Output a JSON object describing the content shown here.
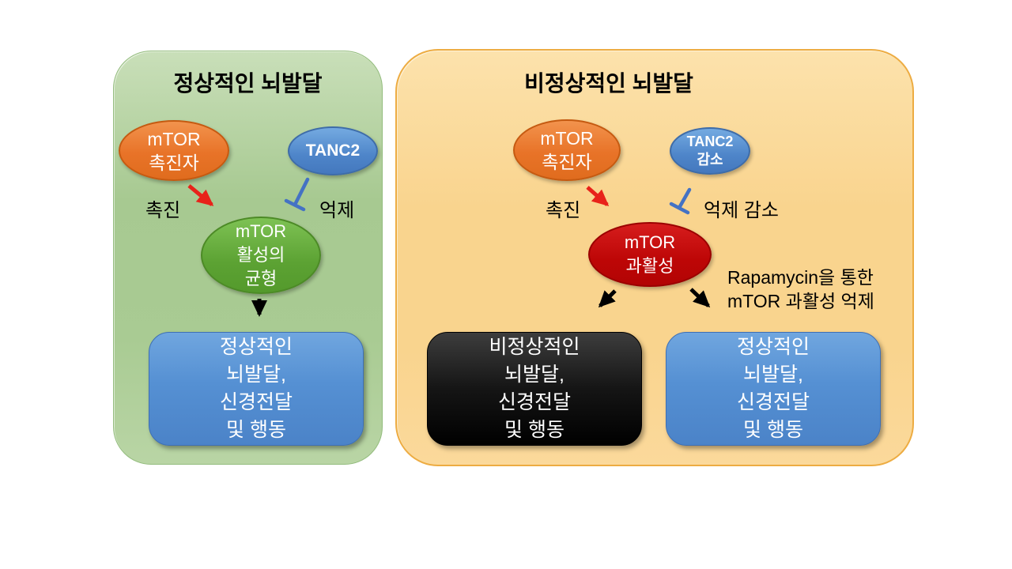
{
  "colors": {
    "left_panel_green": "#A9CC93",
    "right_panel_orange": "#F9D48E",
    "right_panel_border": "#EDAC42",
    "promoter_orange": "#E8772C",
    "tanc2_blue": "#5590CF",
    "balance_green": "#5CA233",
    "hyperactive_red": "#BD0606",
    "outcome_blue": "#5B94D3",
    "outcome_black": "#111111",
    "promote_arrow_red": "#E8221A",
    "inhibit_arrow_blue": "#4472C4",
    "plain_arrow_black": "#000000",
    "text_on_node": "#FFFFFF",
    "text_label": "#000000"
  },
  "left_panel": {
    "title": "정상적인 뇌발달",
    "mtor_promoter": {
      "line1": "mTOR",
      "line2": "촉진자"
    },
    "tanc2": {
      "line1": "TANC2"
    },
    "promote_label": "촉진",
    "inhibit_label": "억제",
    "balance": {
      "line1": "mTOR",
      "line2": "활성의",
      "line3": "균형"
    },
    "outcome_normal": {
      "line1": "정상적인",
      "line2": "뇌발달,",
      "line3": "신경전달",
      "line4": "및 행동"
    }
  },
  "right_panel": {
    "title": "비정상적인 뇌발달",
    "mtor_promoter": {
      "line1": "mTOR",
      "line2": "촉진자"
    },
    "tanc2_reduced": {
      "line1": "TANC2",
      "line2": "감소"
    },
    "promote_label": "촉진",
    "inhibit_label": "억제 감소",
    "hyperactive": {
      "line1": "mTOR",
      "line2": "과활성"
    },
    "rapamycin_note": {
      "line1": "Rapamycin을 통한",
      "line2": "mTOR 과활성 억제"
    },
    "outcome_abnormal": {
      "line1": "비정상적인",
      "line2": "뇌발달,",
      "line3": "신경전달",
      "line4": "및 행동"
    },
    "outcome_normal": {
      "line1": "정상적인",
      "line2": "뇌발달,",
      "line3": "신경전달",
      "line4": "및 행동"
    }
  }
}
